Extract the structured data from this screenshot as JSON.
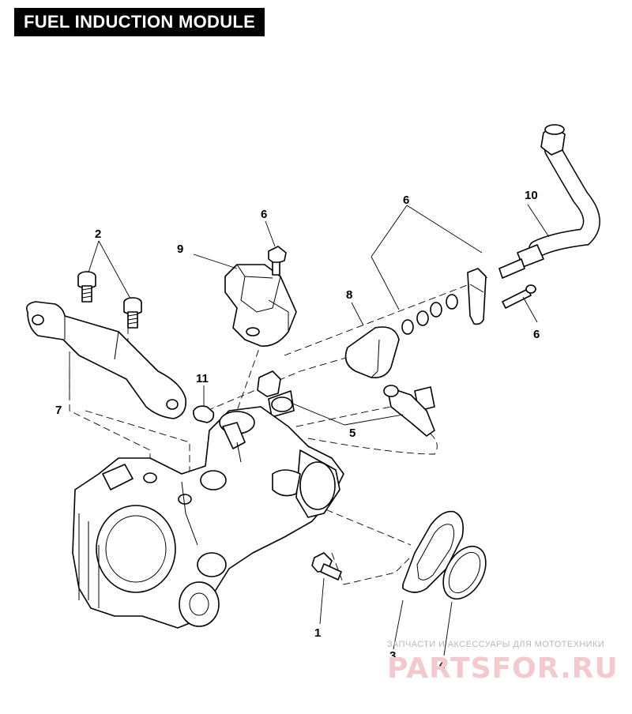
{
  "title": "FUEL INDUCTION MODULE",
  "callouts": {
    "c1": "1",
    "c2": "2",
    "c3": "3",
    "c4": "4",
    "c5": "5",
    "c6a": "6",
    "c6b": "6",
    "c6c": "6",
    "c7": "7",
    "c8": "8",
    "c9": "9",
    "c10": "10",
    "c11": "11"
  },
  "watermark": {
    "text": "ЗАПЧАСТИ И АКСЕССУАРЫ ДЛЯ МОТОТЕХНИКИ",
    "logo": "PARTSFOR.RU"
  },
  "colors": {
    "watermark_text": "#b9b9b9",
    "watermark_logo": "#f2c9cd",
    "title_bg": "#000000"
  }
}
